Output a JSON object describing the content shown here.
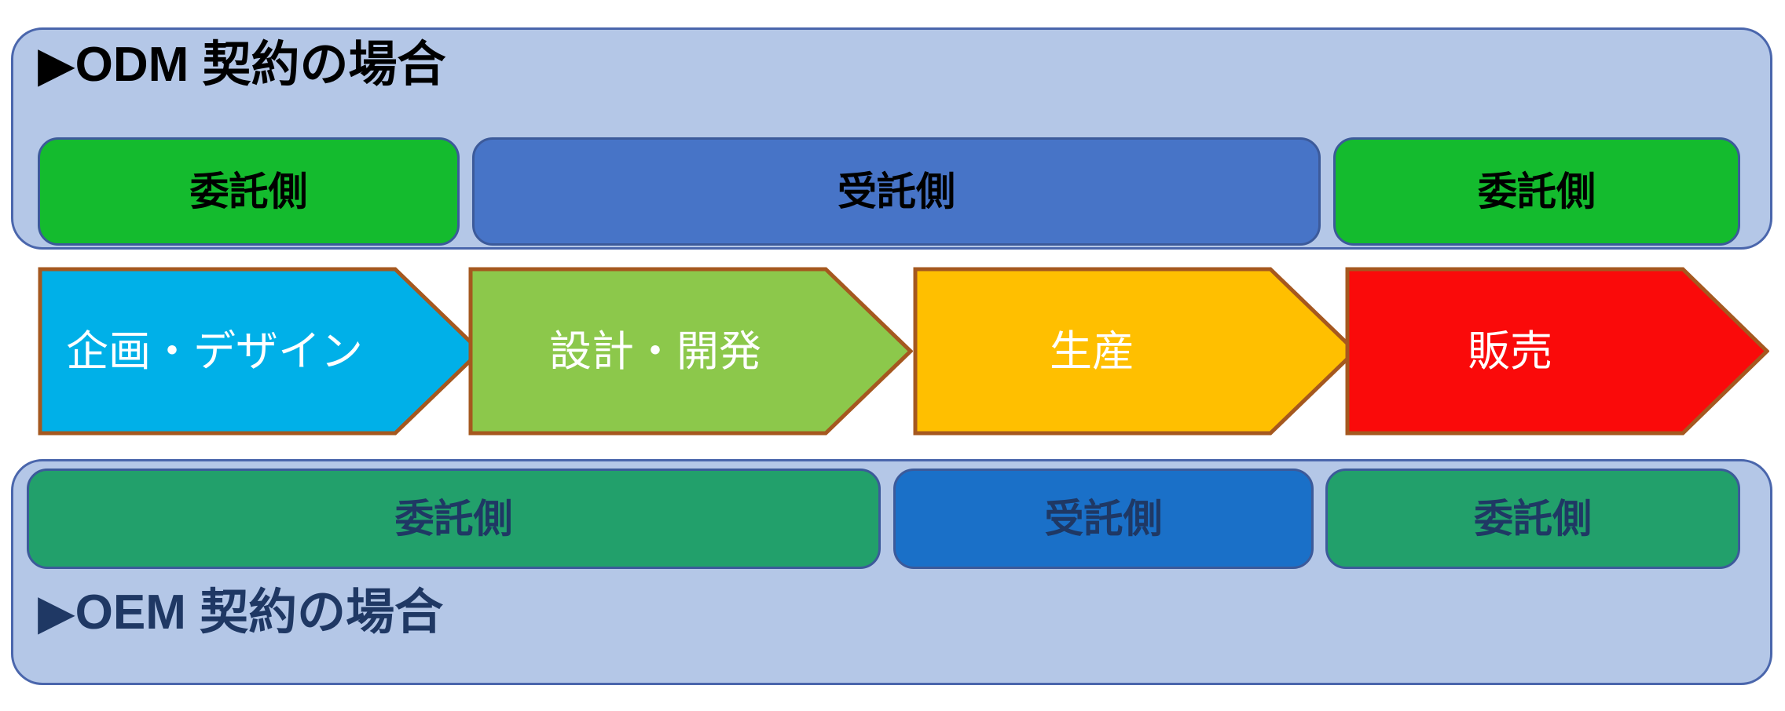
{
  "diagram": {
    "title_marker": "▶",
    "sections": [
      {
        "id": "odm",
        "title": "▶ODM 契約の場合",
        "title_text_color": "#000000",
        "panel_color": "#b4c7e7",
        "panel_border_color": "#4a66ac",
        "bars": [
          {
            "label": "委託側",
            "color": "#14bb2e",
            "text_color": "#000000"
          },
          {
            "label": "受託側",
            "color": "#4774c7",
            "text_color": "#000000"
          },
          {
            "label": "委託側",
            "color": "#14bb2e",
            "text_color": "#000000"
          }
        ]
      },
      {
        "id": "oem",
        "title": "▶OEM 契約の場合",
        "title_text_color": "#1f3864",
        "panel_color": "#b4c7e7",
        "panel_border_color": "#4a66ac",
        "bars": [
          {
            "label": "委託側",
            "color": "#22a06b",
            "text_color": "#1f3864"
          },
          {
            "label": "受託側",
            "color": "#1a70c8",
            "text_color": "#1f3864"
          },
          {
            "label": "委託側",
            "color": "#22a06b",
            "text_color": "#1f3864"
          }
        ]
      }
    ],
    "stages": [
      {
        "label": "企画・デザイン",
        "fill": "#00b0e8",
        "stroke": "#a5581f",
        "text_color": "#ffffff"
      },
      {
        "label": "設計・開発",
        "fill": "#8cc84b",
        "stroke": "#a5581f",
        "text_color": "#ffffff"
      },
      {
        "label": "生産",
        "fill": "#ffbf00",
        "stroke": "#a5581f",
        "text_color": "#ffffff"
      },
      {
        "label": "販売",
        "fill": "#fa0a0a",
        "stroke": "#a5581f",
        "text_color": "#ffffff"
      }
    ]
  }
}
